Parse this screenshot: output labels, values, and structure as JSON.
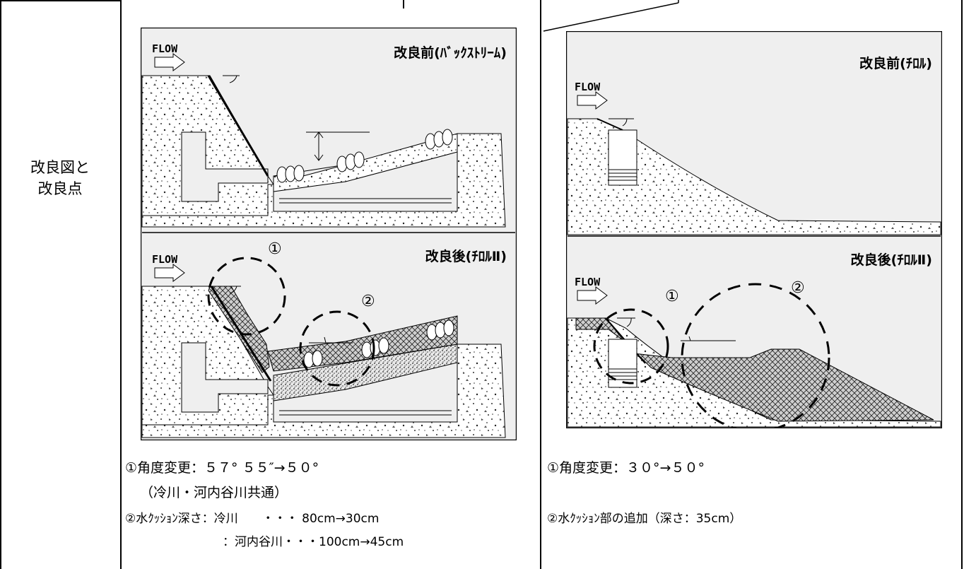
{
  "row_label": {
    "line1": "改良図と",
    "line2": "改良点"
  },
  "left": {
    "panel_top_title": "改良前(ﾊﾞｯｸｽﾄﾘｰﾑ)",
    "panel_bottom_title": "改良後(ﾁﾛﾙⅡ)",
    "flow_label": "FLOW",
    "circle_labels": [
      "①",
      "②"
    ],
    "notes": [
      "①角度変更：５７° ５５″→５０°",
      "（冷川・河内谷川共通）",
      "②水ｸｯｼｮﾝ深さ：冷川　　・・・ 80cm→30cm",
      "：河内谷川・・・100cm→45cm"
    ]
  },
  "right": {
    "panel_top_title": "改良前(ﾁﾛﾙ)",
    "panel_bottom_title": "改良後(ﾁﾛﾙⅡ)",
    "flow_label": "FLOW",
    "circle_labels": [
      "①",
      "②"
    ],
    "notes": [
      "①角度変更：３０°→５０°",
      "②水ｸｯｼｮﾝ部の追加（深さ：35cm）"
    ]
  }
}
